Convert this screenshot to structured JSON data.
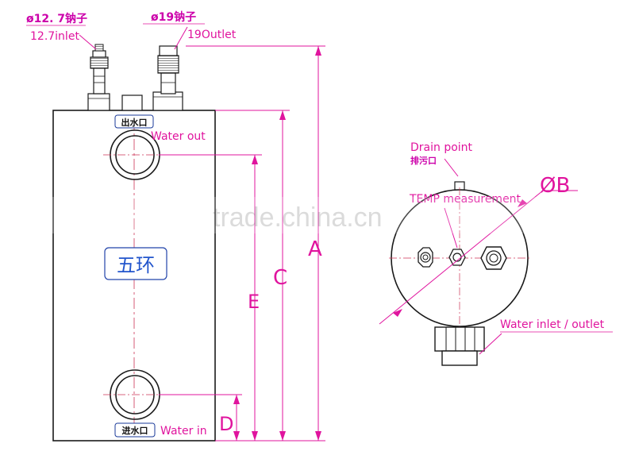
{
  "labels": {
    "inlet_cn": "ø12. 7钠子",
    "inlet_en": "12.7inlet",
    "outlet_cn": "ø19钠子",
    "outlet_en": "19Outlet",
    "water_out_cn": "出水口",
    "water_out_en": "Water out",
    "water_in_cn": "进水口",
    "water_in_en": "Water in",
    "brand": "五环",
    "dim_a": "A",
    "dim_b": "ØB",
    "dim_c": "C",
    "dim_d": "D",
    "dim_e": "E",
    "drain_en": "Drain point",
    "drain_cn": "排污口",
    "temp_measurement": "TEMP measurement",
    "water_inlet_outlet": "Water inlet / outlet",
    "watermark": "trade.china.cn"
  },
  "colors": {
    "line": "#1a1a1a",
    "dimension": "#e0149e",
    "label_cn": "#cc00aa",
    "brand_text": "#2255cc",
    "label_box": "#1a3a9a"
  }
}
